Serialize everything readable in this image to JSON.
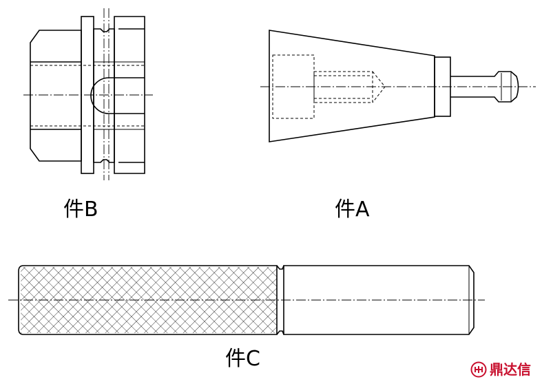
{
  "labels": {
    "part_b": "件B",
    "part_a": "件A",
    "part_c": "件C"
  },
  "watermark": {
    "text": "鼎达信",
    "color": "#c8102e"
  },
  "colors": {
    "line": "#000000",
    "background": "#ffffff"
  }
}
